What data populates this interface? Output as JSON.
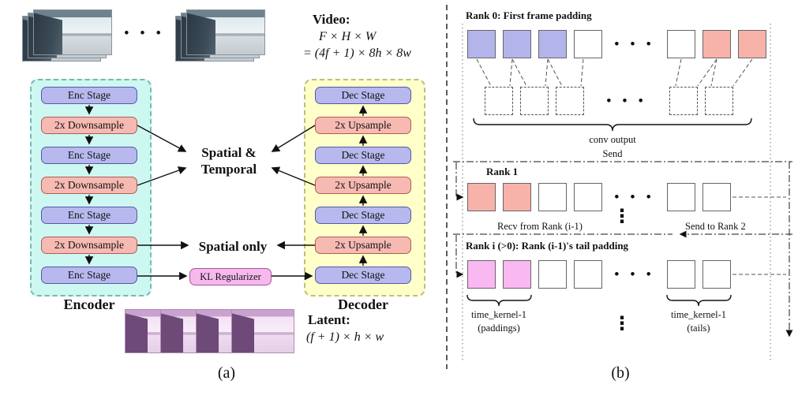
{
  "colors": {
    "stage_blue": "#b7b9ee",
    "resample_pink": "#f7bab3",
    "kl_magenta": "#f6b9ee",
    "encoder_bg": "#cdf8f2",
    "decoder_bg": "#feffc9",
    "pad_blue": "#b3b4ea",
    "tail_red": "#f7b2aa",
    "pad_magenta": "#f9b8f2"
  },
  "panel_a": {
    "caption": "(a)",
    "video": {
      "dots": "• • •",
      "label": "Video:",
      "dims_line1": "F × H × W",
      "dims_line2": "= (4f + 1) × 8h × 8w"
    },
    "encoder": {
      "label": "Encoder",
      "stages": [
        "Enc Stage",
        "2x Downsample",
        "Enc Stage",
        "2x Downsample",
        "Enc Stage",
        "2x Downsample",
        "Enc Stage"
      ]
    },
    "decoder": {
      "label": "Decoder",
      "stages": [
        "Dec Stage",
        "2x Upsample",
        "Dec Stage",
        "2x Upsample",
        "Dec Stage",
        "2x Upsample",
        "Dec Stage"
      ]
    },
    "spatial_temporal_line1": "Spatial &",
    "spatial_temporal_line2": "Temporal",
    "spatial_only": "Spatial only",
    "kl_label": "KL Regularizer",
    "latent": {
      "label": "Latent:",
      "dims": "(f + 1) × h × w"
    }
  },
  "panel_b": {
    "caption": "(b)",
    "rank0_title": "Rank 0: First frame padding",
    "conv_output_label": "conv output",
    "send_label": "Send",
    "rank1_title": "Rank 1",
    "recv_label": "Recv from Rank (i-1)",
    "send_rank2_label": "Send to Rank 2",
    "ranki_title": "Rank i (>0): Rank (i-1)'s tail padding",
    "paddings_label_line1": "time_kernel-1",
    "paddings_label_line2": "(paddings)",
    "tails_label_line1": "time_kernel-1",
    "tails_label_line2": "(tails)",
    "dots_h": "• • •",
    "dots_v": "⋮"
  }
}
